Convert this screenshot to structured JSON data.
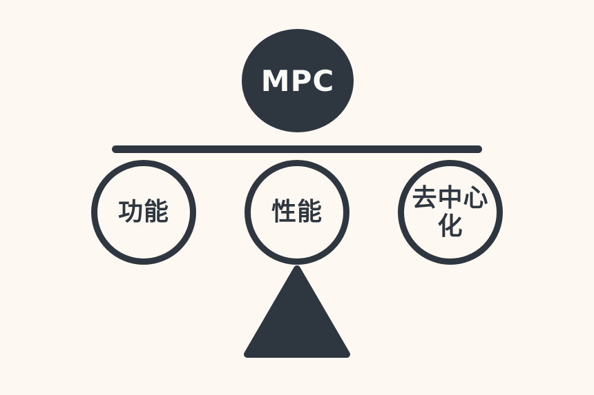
{
  "colors": {
    "background": "#fdf8f2",
    "ink": "#2e3740",
    "label_text": "#fafaf7"
  },
  "diagram": {
    "type": "balance-scale",
    "top_label": "MPC",
    "nodes": [
      {
        "label": "功能"
      },
      {
        "label": "性能"
      },
      {
        "label": "去中心化"
      }
    ]
  }
}
